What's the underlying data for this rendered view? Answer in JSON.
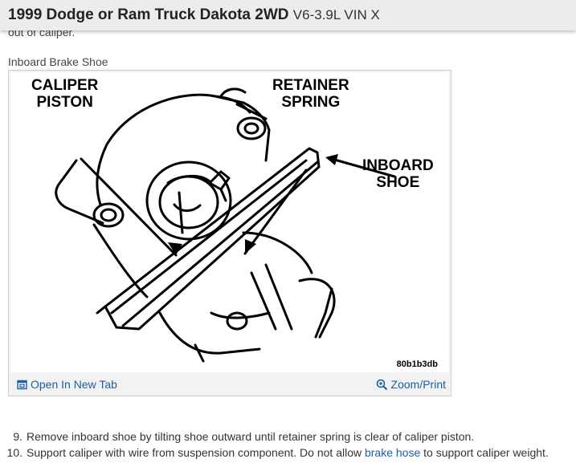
{
  "header": {
    "title": "1999 Dodge or Ram Truck Dakota 2WD",
    "subtitle": "V6-3.9L VIN X"
  },
  "cut_text": "out of caliper.",
  "figure": {
    "caption": "Inboard Brake Shoe",
    "labels": {
      "caliper_piston_1": "CALIPER",
      "caliper_piston_2": "PISTON",
      "retainer_spring_1": "RETAINER",
      "retainer_spring_2": "SPRING",
      "inboard_shoe_1": "INBOARD",
      "inboard_shoe_2": "SHOE"
    },
    "code": "80b1b3db",
    "open_tab": "Open In New Tab",
    "zoom_print": "Zoom/Print"
  },
  "steps": [
    {
      "num": "9.",
      "text": "Remove inboard shoe by tilting shoe outward until retainer spring is clear of caliper piston."
    },
    {
      "num": "10.",
      "before": "Support caliper with wire from suspension component. Do not allow ",
      "link": "brake hose",
      "after": " to support caliper weight."
    }
  ]
}
